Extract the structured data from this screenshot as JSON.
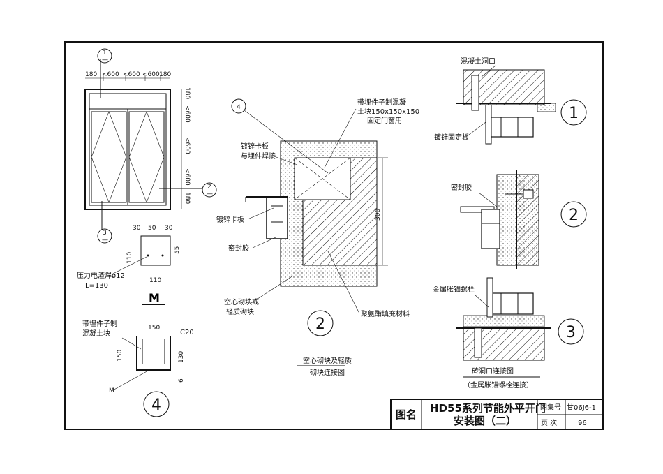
{
  "title_block": {
    "name_label": "图名",
    "title_line1": "HD55系列节能外平开门",
    "title_line2": "安装图（二）",
    "atlas_label": "图集号",
    "atlas_no": "甘06J6-1",
    "page_label": "页 次",
    "page_no": "96"
  },
  "elevation": {
    "dim_top": [
      "180",
      "<600",
      "<600",
      "<600",
      "180"
    ],
    "dim_right": [
      "180",
      "<600",
      "<600",
      "<600",
      "180"
    ],
    "callout_1": "1",
    "callout_2": "2",
    "callout_3": "3",
    "callout_sub": "—"
  },
  "detail_m": {
    "dim_top": [
      "30",
      "50",
      "30"
    ],
    "dim_left": "110",
    "dim_right": "55",
    "dim_bottom": "110",
    "note1": "压力电渣焊ø12",
    "note2": "L=130",
    "label": "M"
  },
  "detail_4": {
    "note1": "带埋件子制",
    "note2": "混凝土块",
    "dim_top": "150",
    "dim_side": "150",
    "dim_inner": "130",
    "dim_bottom": "6",
    "grade": "C20",
    "m_mark": "M",
    "number": "4"
  },
  "detail_2": {
    "callout": "4",
    "note_block1": "带埋件子制混凝",
    "note_block2": "土块150x150x150",
    "note_block3": "固定门窗用",
    "note_plate1": "镀锌卡板",
    "note_plate2": "与埋件焊接",
    "note_plate3": "镀锌卡板",
    "note_seal": "密封胶",
    "note_wall1": "空心砌块或",
    "note_wall2": "轻质砌块",
    "note_foam": "聚氨酯填充材料",
    "dim_300": "300",
    "number": "2",
    "caption1": "空心砌块及轻质",
    "caption2": "砌块连接图"
  },
  "right_details": {
    "note_concrete": "混凝土洞口",
    "note_fix": "镀锌固定板",
    "note_seal": "密封胶",
    "note_anchor": "金属胀锚螺栓",
    "n1": "1",
    "n2": "2",
    "n3": "3",
    "caption1": "砖洞口连接图",
    "caption2": "（金属胀锚螺栓连接）"
  }
}
